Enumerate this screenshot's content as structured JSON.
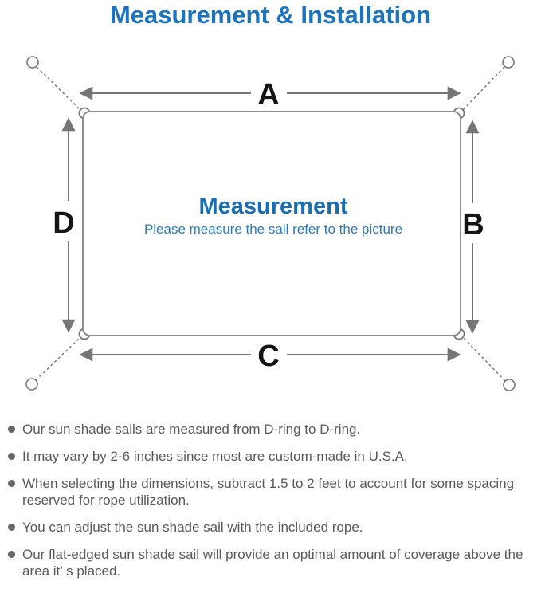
{
  "title": "Measurement & Installation",
  "diagram": {
    "labels": {
      "a": "A",
      "b": "B",
      "c": "C",
      "d": "D"
    },
    "center_title": "Measurement",
    "center_subtitle": "Please measure the sail refer to the picture"
  },
  "notes": [
    "Our sun shade sails are measured from D-ring to D-ring.",
    "It may vary by 2-6 inches since most are custom-made in U.S.A.",
    "When selecting the dimensions, subtract 1.5 to 2 feet to account for some spacing reserved for rope utilization.",
    "You can adjust the sun shade sail with the included rope.",
    "Our flat-edged sun shade sail will provide an optimal amount of coverage above the area it’ s placed."
  ],
  "colors": {
    "title_blue": "#1b74bc",
    "center_title_blue": "#1a6cb3",
    "center_subtitle_blue": "#2e79bd",
    "diagram_gray": "#767676",
    "sail_outline_gray": "#8e8e8e",
    "dimension_label_black": "#141414",
    "note_text_gray": "#595959",
    "background": "#ffffff"
  }
}
